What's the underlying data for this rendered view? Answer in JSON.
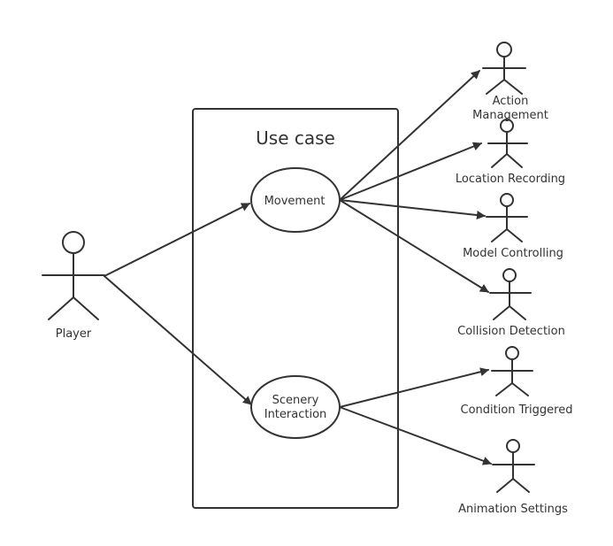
{
  "system_title": "Use case",
  "actors": {
    "player": "Player",
    "action_management": [
      "Action",
      "Management"
    ],
    "location_recording": "Location Recording",
    "model_controlling": "Model Controlling",
    "collision_detection": "Collision Detection",
    "condition_triggered": "Condition Triggered",
    "animation_settings": "Animation Settings"
  },
  "use_cases": {
    "movement": "Movement",
    "scenery_interaction": [
      "Scenery",
      "Interaction"
    ]
  },
  "colors": {
    "line": "#333333",
    "background": "#ffffff"
  }
}
